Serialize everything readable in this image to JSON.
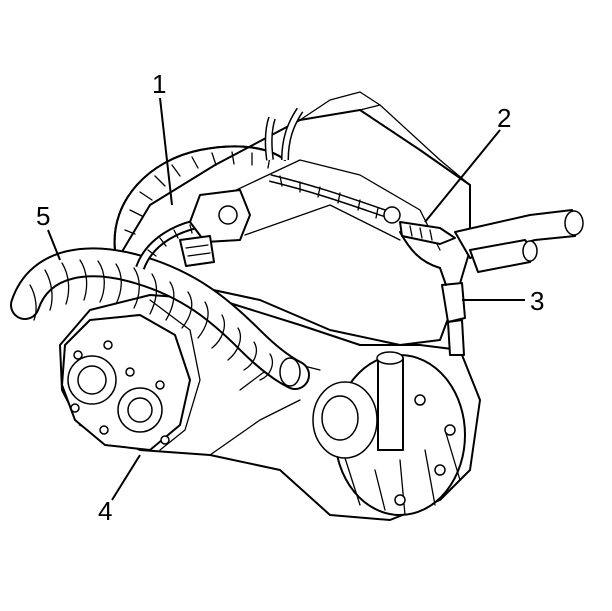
{
  "callouts": {
    "c1": {
      "label": "1"
    },
    "c2": {
      "label": "2"
    },
    "c3": {
      "label": "3"
    },
    "c4": {
      "label": "4"
    },
    "c5": {
      "label": "5"
    }
  }
}
